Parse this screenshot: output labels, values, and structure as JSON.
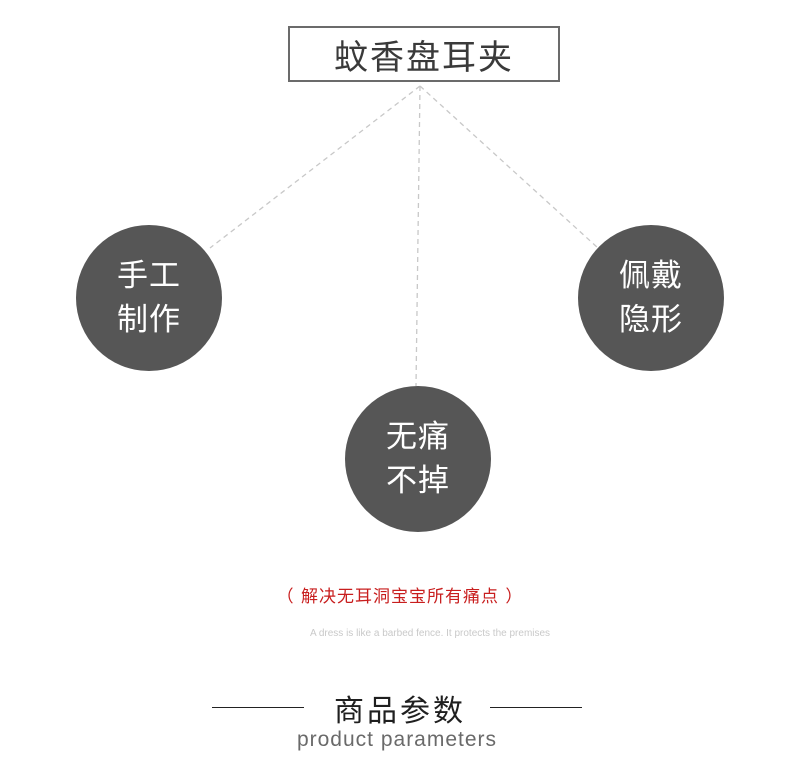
{
  "title": "蚊香盘耳夹",
  "features": [
    {
      "line1": "手工",
      "line2": "制作"
    },
    {
      "line1": "佩戴",
      "line2": "隐形"
    },
    {
      "line1": "无痛",
      "line2": "不掉"
    }
  ],
  "subnote": "（ 解决无耳洞宝宝所有痛点 ）",
  "faint_text": "A dress is like a barbed fence. It protects the premises",
  "section": {
    "title": "商品参数",
    "subtitle": "product parameters"
  },
  "colors": {
    "circle": "#565656",
    "accent_red": "#c81e1e",
    "border": "#6b6b6b"
  }
}
